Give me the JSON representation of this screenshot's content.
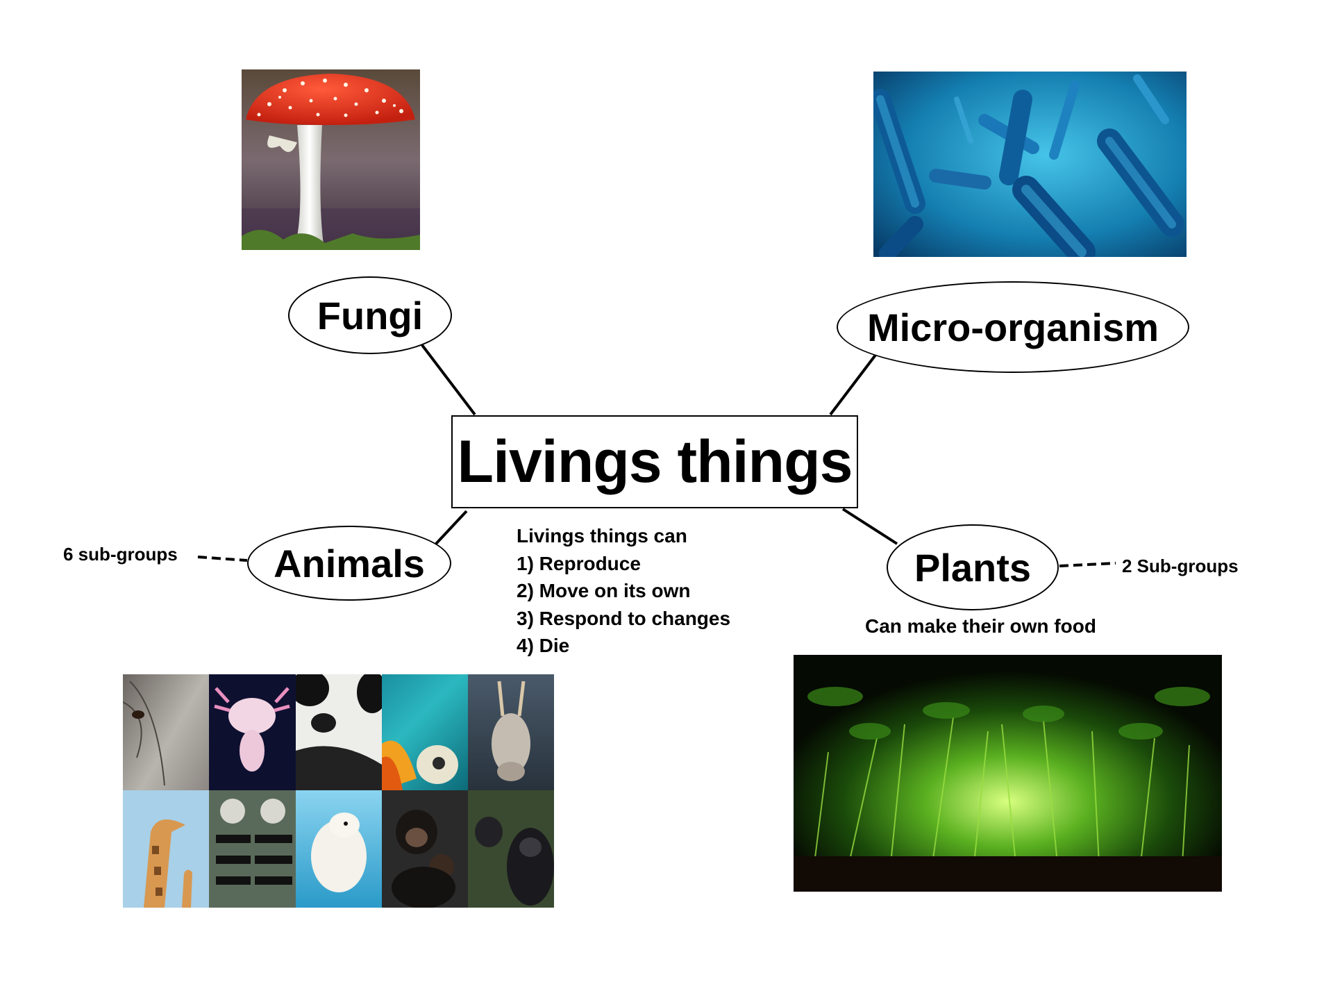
{
  "diagram": {
    "center_title": "Livings things",
    "branches": [
      {
        "key": "fungi",
        "label": "Fungi"
      },
      {
        "key": "micro",
        "label": "Micro-organism"
      },
      {
        "key": "animals",
        "label": "Animals",
        "note": "6 sub-groups"
      },
      {
        "key": "plants",
        "label": "Plants",
        "note": "2 Sub-groups",
        "caption": "Can make their own food"
      }
    ],
    "facts": [
      "Livings things can",
      "1) Reproduce",
      "2) Move on its own",
      "3) Respond to changes",
      "4) Die"
    ],
    "images": {
      "fungi": "mushroom-photo",
      "micro": "bacteria-photo",
      "animals": "animal-collage",
      "plants": "seedlings-photo"
    },
    "animal_tiles": [
      "elephant-eye",
      "axolotl",
      "panda",
      "parrot-feathers",
      "saiga-antelope",
      "giraffes",
      "lemurs",
      "polar-bear",
      "chimpanzees",
      "gorillas"
    ]
  }
}
